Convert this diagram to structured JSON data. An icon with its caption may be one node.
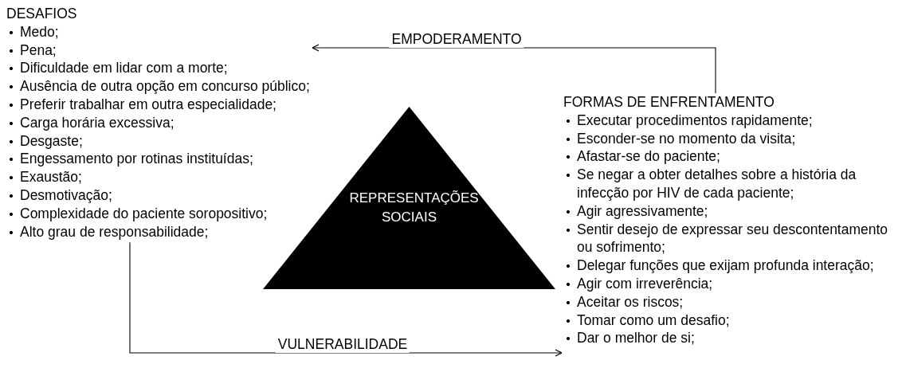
{
  "diagram": {
    "nodes": [
      {
        "text": [
          "DESAFIOS",
          "Medo;",
          "Pena;",
          "Dificuldade em lidar com a morte;",
          "Ausência de outra opção em concurso público;",
          "Preferir trabalhar em outra especialidade;",
          "Carga horária excessiva;",
          "Desgaste;",
          "Engessamento por rotinas instituídas;",
          "Exaustão;",
          "Desmotivação;",
          "Complexidade do paciente soropositivo;",
          "Alto grau de responsabilidade;"
        ]
      },
      {
        "text": [
          "REPRESENTAÇÕES SOCIAIS"
        ]
      },
      {
        "text": [
          "FORMAS DE ENFRENTAMENTO",
          "Executar procedimentos rapidamente;",
          "Esconder-se no momento da visita;",
          "Afastar-se do paciente;",
          "Se negar a obter detalhes sobre a história da infecção por HIV de cada paciente;",
          "Agir agressivamente;",
          "Sentir desejo de expressar seu descontentamento ou sofrimento;",
          "Delegar funções que exijam profunda interação;",
          "Agir com irreverência;",
          "Aceitar os riscos;",
          "Tomar como um desafio;",
          "Dar o melhor de si;"
        ]
      }
    ],
    "edges": [
      {
        "from": 2,
        "to": 0,
        "arrow": "to",
        "label": "EMPODERAMENTO"
      },
      {
        "from": 0,
        "to": 2,
        "arrow": "to",
        "label": "VULNERABILIDADE"
      }
    ]
  }
}
